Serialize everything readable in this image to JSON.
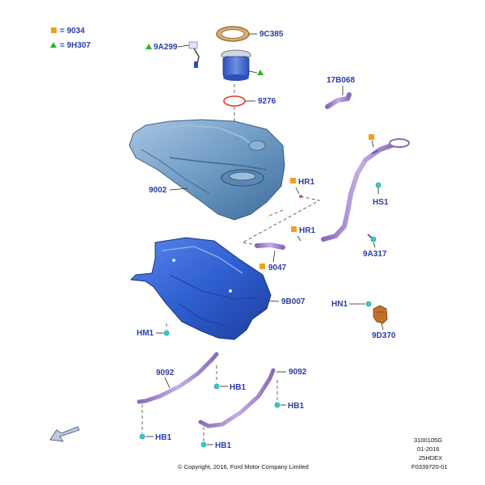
{
  "legend": {
    "square_code": "= 9034",
    "triangle_code": "= 9H307"
  },
  "labels": {
    "gasket_9c385": "9C385",
    "sender_9a299": "9A299",
    "oring_9276": "9276",
    "clip_17b068": "17B068",
    "tank_9002": "9002",
    "hr1_upper": "HR1",
    "hr1_lower": "HR1",
    "hs1": "HS1",
    "hose_9047": "9047",
    "pipe_9a317": "9A317",
    "shield_9b007": "9B007",
    "hn1": "HN1",
    "valve_9d370": "9D370",
    "hm1": "HM1",
    "strap_left_9092": "9092",
    "strap_right_9092": "9092",
    "hb1_left_upper": "HB1",
    "hb1_left_lower": "HB1",
    "hb1_right_upper": "HB1",
    "hb1_right_lower": "HB1"
  },
  "footer": {
    "copyright": "© Copyright, 2016, Ford Motor Company Limited",
    "code1": "3100105G",
    "code2": "01-2016",
    "code3": "25HDEX",
    "code4": "F0339720-01"
  },
  "colors": {
    "label_blue": "#2a3da8",
    "square_orange": "#f0a020",
    "triangle_green": "#22bb22",
    "tank_blue": "#6f9bc4",
    "shield_blue": "#2f5fd0",
    "pipe_purple": "#a98bd0",
    "marker_cyan": "#2ecfd0"
  }
}
